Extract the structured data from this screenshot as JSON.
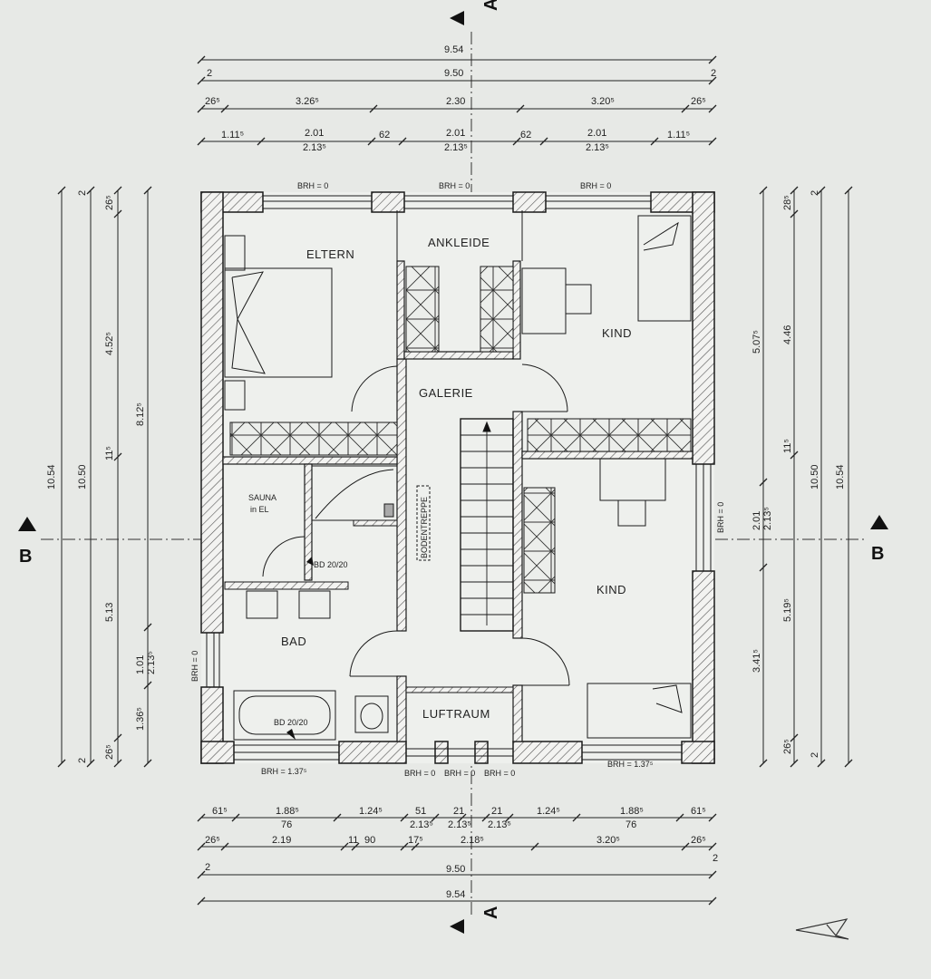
{
  "sections": {
    "a_top": "A",
    "a_bottom": "A",
    "b_left": "B",
    "b_right": "B"
  },
  "top_dims": {
    "overall_outer": "9.54",
    "overall_inner": "9.50",
    "ends_a": "2",
    "ends_b": "2",
    "row3": [
      "26⁵",
      "3.26⁵",
      "2.30",
      "3.20⁵",
      "26⁵"
    ],
    "row4": [
      "1.11⁵",
      "2.01",
      "62",
      "2.01",
      "62",
      "2.01",
      "1.11⁵"
    ],
    "row4_sub": [
      "2.13⁵",
      "2.13⁵",
      "2.13⁵"
    ]
  },
  "bottom_dims": {
    "row1": [
      "61⁵",
      "1.88⁵",
      "1.24⁵",
      "51",
      "21",
      "21",
      "1.24⁵",
      "1.88⁵",
      "61⁵"
    ],
    "row1_sub": [
      "76",
      "2.13⁵",
      "2.13⁵",
      "2.13⁵",
      "76"
    ],
    "row2": [
      "26⁵",
      "2.19",
      "11",
      "90",
      "17⁵",
      "2.18⁵",
      "3.20⁵",
      "26⁵"
    ],
    "overall_inner": "9.50",
    "overall_outer": "9.54",
    "ends_a": "2",
    "ends_b": "2"
  },
  "left_dims": {
    "outer": "10.54",
    "inner": "10.50",
    "top_end": "2",
    "bottom_end": "2",
    "col3": [
      "26⁵",
      "4.52⁵",
      "11⁵",
      "5.13",
      "26⁵"
    ],
    "col4": [
      "8.12⁵",
      "1.36⁵",
      "1.01",
      "2.13⁵"
    ]
  },
  "right_dims": {
    "outer": "10.54",
    "inner": "10.50",
    "top_end": "2",
    "bottom_end": "2",
    "col3": [
      "28⁵",
      "4.46",
      "11⁵",
      "5.19⁵",
      "26⁵"
    ],
    "col4": [
      "5.07⁵",
      "2.01",
      "2.13⁵",
      "3.41⁵"
    ]
  },
  "rooms": {
    "eltern": "ELTERN",
    "ankleide": "ANKLEIDE",
    "kind_top": "KIND",
    "galerie": "GALERIE",
    "sauna": "SAUNA",
    "sauna_sub": "in EL",
    "bodentreppe": "BODENTREPPE",
    "kind_bottom": "KIND",
    "bad": "BAD",
    "luftraum": "LUFTRAUM"
  },
  "annotations": {
    "brh_top_1": "BRH = 0",
    "brh_top_2": "BRH = 0",
    "brh_top_3": "BRH = 0",
    "brh_left": "BRH = 0",
    "brh_right": "BRH = 0",
    "brh_bottom_left": "BRH = 1.37⁵",
    "brh_bottom_mid_1": "BRH = 0",
    "brh_bottom_mid_2": "BRH = 0",
    "brh_bottom_mid_3": "BRH = 0",
    "brh_bottom_right": "BRH = 1.37⁵",
    "bd_1": "BD 20/20",
    "bd_2": "BD 20/20"
  },
  "colors": {
    "paper": "#e7e9e6",
    "ink": "#1a1a1a",
    "hatch": "#555555"
  },
  "icons": [
    "section-marker-icon",
    "north-arrow-icon"
  ]
}
